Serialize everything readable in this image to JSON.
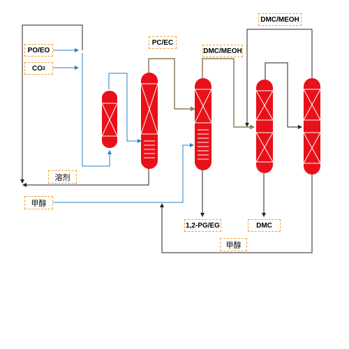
{
  "labels": {
    "po_eo": "PO/EO",
    "co2_base": "CO",
    "co2_sub": "2",
    "pc_ec": "PC/EC",
    "dmc_meoh_mid": "DMC/MEOH",
    "dmc_meoh_top": "DMC/MEOH",
    "solvent": "溶剂",
    "methanol_feed": "甲醇",
    "pg_eg": "1,2-PG/EG",
    "dmc": "DMC",
    "methanol_recycle": "甲醇"
  },
  "colors": {
    "vessel_fill": "#e8111a",
    "vessel_marks": "#ffffff",
    "blue_stream": "#2a7fc0",
    "product_stream": "#8a7a5a",
    "black_stream": "#222222",
    "label_border": "#f0a030"
  }
}
